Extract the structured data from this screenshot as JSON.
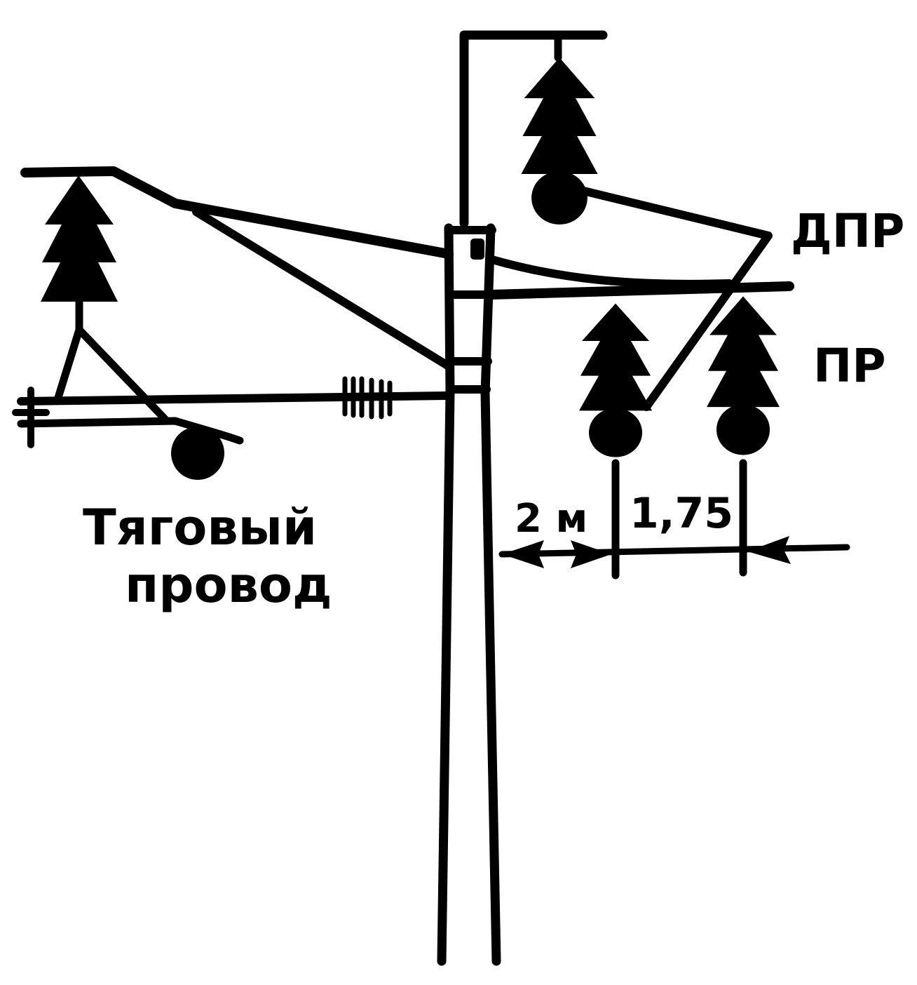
{
  "labels": {
    "dpr": "ДПР",
    "pr": "ПР",
    "traction_wire_line1": "Тяговый",
    "traction_wire_line2": "провод",
    "dim_first": "2 м",
    "dim_second": "1,75"
  },
  "colors": {
    "ink": "#000000",
    "background": "#ffffff"
  }
}
